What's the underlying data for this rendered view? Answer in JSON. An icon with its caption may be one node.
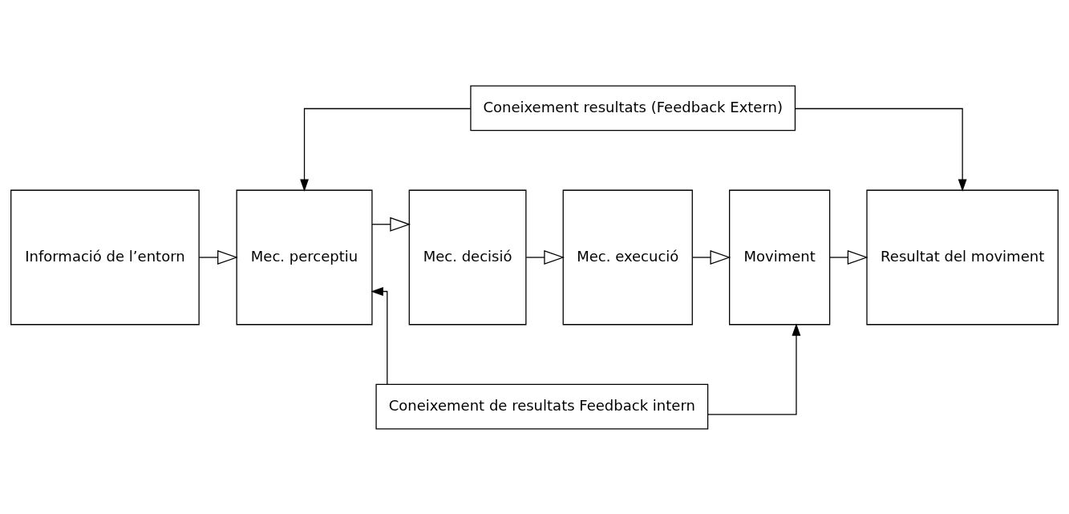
{
  "diagram": {
    "nodes": [
      {
        "text": [
          "Informació de l’entorn"
        ]
      },
      {
        "text": [
          "Mec. perceptiu"
        ]
      },
      {
        "text": [
          "Mec. decisió"
        ]
      },
      {
        "text": [
          "Mec. execució"
        ]
      },
      {
        "text": [
          "Moviment"
        ]
      },
      {
        "text": [
          "Resultat del moviment"
        ]
      },
      {
        "text": [
          "Coneixement resultats (Feedback Extern)"
        ]
      },
      {
        "text": [
          "Coneixement de resultats Feedback intern"
        ]
      }
    ],
    "edges": [
      {
        "from": 0,
        "to": 1,
        "arrow": "to"
      },
      {
        "from": 1,
        "to": 2,
        "arrow": "to"
      },
      {
        "from": 2,
        "to": 3,
        "arrow": "to"
      },
      {
        "from": 3,
        "to": 4,
        "arrow": "to"
      },
      {
        "from": 4,
        "to": 5,
        "arrow": "to"
      },
      {
        "from": 6,
        "to": 1,
        "arrow": "to"
      },
      {
        "from": 6,
        "to": 5,
        "arrow": "to"
      },
      {
        "from": 7,
        "to": 1,
        "arrow": "to"
      },
      {
        "from": 7,
        "to": 4,
        "arrow": "to"
      }
    ]
  }
}
